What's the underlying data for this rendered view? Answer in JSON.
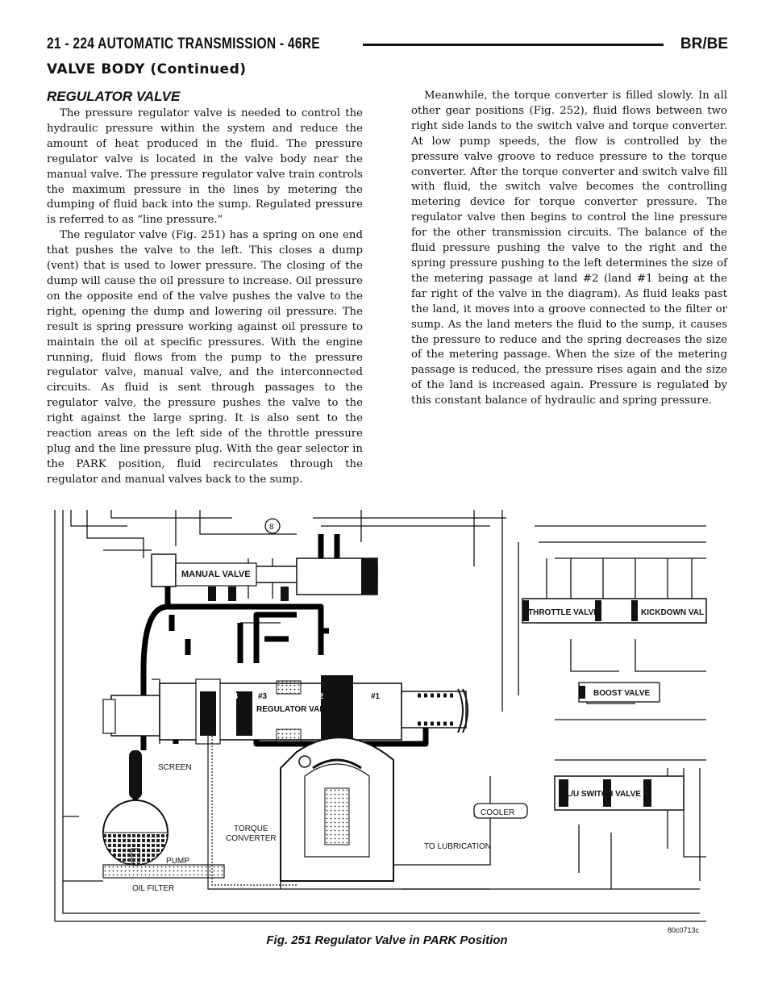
{
  "header": {
    "left": "21 - 224    AUTOMATIC TRANSMISSION - 46RE",
    "right": "BR/BE"
  },
  "continued": "VALVE BODY (Continued)",
  "section_title": "REGULATOR VALVE",
  "paragraphs_left": [
    "The pressure regulator valve is needed to control the hydraulic pressure within the system and reduce the amount of heat produced in the fluid. The pressure regulator valve is located in the valve body near the manual valve. The pressure regulator valve train controls the maximum pressure in the lines by metering the dumping of fluid back into the sump. Regulated pressure is referred to as “line pressure.”",
    "The regulator valve (Fig. 251) has a spring on one end that pushes the valve to the left. This closes a dump (vent) that is used to lower pressure. The closing of the dump will cause the oil pressure to increase. Oil pressure on the opposite end of the valve pushes the valve to the right, opening the dump and lowering oil pressure. The result is spring pressure working against oil pressure to maintain the oil at specific pressures. With the engine running, fluid flows from the pump to the pressure regulator valve, manual valve, and the interconnected circuits. As fluid is sent through passages to the regulator valve, the pressure pushes the valve to the right against the large spring. It is also sent to the reaction areas on the left side of the throttle pressure plug and the line pressure plug. With the gear selector in the PARK position, fluid recirculates through the regulator and manual valves back to the sump."
  ],
  "paragraphs_right": [
    "Meanwhile, the torque converter is filled slowly. In all other gear positions (Fig. 252), fluid flows between two right side lands to the switch valve and torque converter. At low pump speeds, the flow is controlled by the pressure valve groove to reduce pressure to the torque converter. After the torque converter and switch valve fill with fluid, the switch valve becomes the controlling metering device for torque converter pressure. The regulator valve then begins to control the line pressure for the other transmission circuits. The balance of the fluid pressure pushing the valve to the right and the spring pressure pushing to the left determines the size of the metering passage at land #2 (land #1 being at the far right of the valve in the diagram). As fluid leaks past the land, it moves into a groove connected to the filter or sump. As the land meters the fluid to the sump, it causes the pressure to reduce and the spring decreases the size of the metering passage. When the size of the metering passage is reduced, the pressure rises again and the size of the land is increased again. Pressure is regulated by this constant balance of hydraulic and spring pressure."
  ],
  "figure": {
    "labels": {
      "manual_valve": "MANUAL VALVE",
      "throttle_valve": "THROTTLE VALVE",
      "kickdown_valve": "KICKDOWN VAL",
      "land4": "#4",
      "land3": "#3",
      "land2": "#2",
      "land1": "#1",
      "regulator_valve": "REGULATOR VALVE",
      "boost_valve": "BOOST VALVE",
      "screen": "SCREEN",
      "lu_switch_valve": "L/U SWITCH VALVE",
      "torque_converter_1": "TORQUE",
      "torque_converter_2": "CONVERTER",
      "cooler": "COOLER",
      "to_lubrication": "TO LUBRICATION",
      "pump": "PUMP",
      "oil_filter": "OIL FILTER",
      "circle_num": "8",
      "fig_code": "80c0713c"
    }
  },
  "caption": "Fig. 251 Regulator Valve in PARK Position"
}
